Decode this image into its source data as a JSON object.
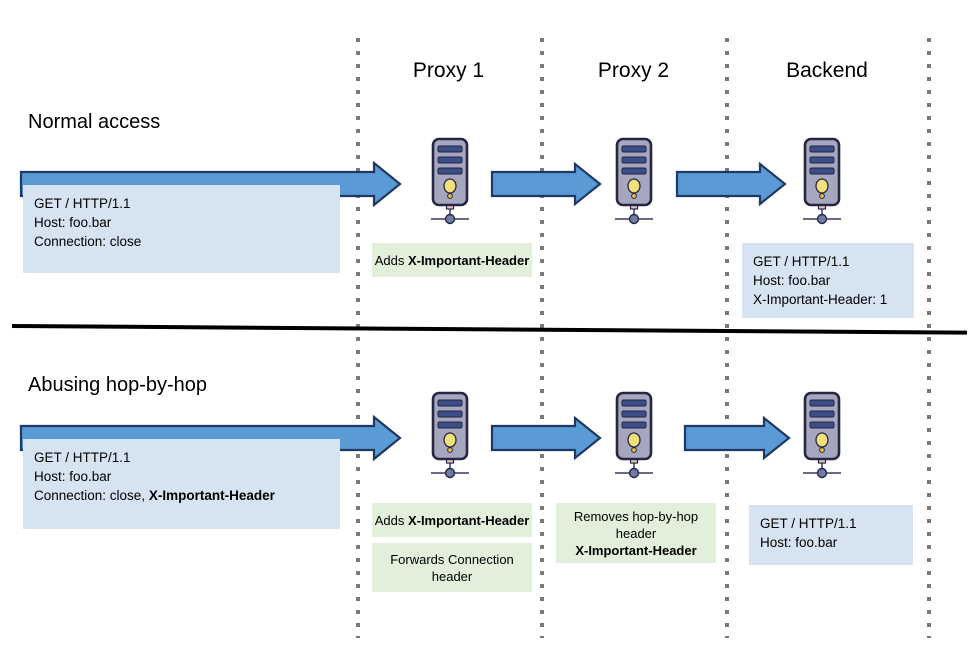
{
  "diagram": {
    "title_top": "Normal access",
    "title_bottom": "Abusing hop-by-hop",
    "lane_headers": [
      {
        "label": "Proxy 1"
      },
      {
        "label": "Proxy 2"
      },
      {
        "label": "Backend"
      }
    ],
    "colors": {
      "arrow_fill": "#5B9BD5",
      "arrow_stroke": "#1F3864",
      "info_box": "#D6E4F2",
      "note_box": "#E2EFDA",
      "lane_dots": "#7A7A7A",
      "divider": "#000000",
      "server_body": "#A6A6BF",
      "server_outline": "#272744",
      "server_bar": "#3B4E87",
      "server_led": "#F2E07A"
    },
    "top_section": {
      "request_box": "GET / HTTP/1.1\nHost: foo.bar\nConnection: close",
      "proxy1_note_prefix": "Adds ",
      "proxy1_note_header": "X-Important-Header",
      "backend_box": "GET / HTTP/1.1\nHost: foo.bar\nX-Important-Header: 1",
      "servers": [
        {
          "name": "proxy-1-server"
        },
        {
          "name": "proxy-2-server"
        },
        {
          "name": "backend-server"
        }
      ]
    },
    "bottom_section": {
      "request_box_line1": "GET / HTTP/1.1",
      "request_box_line2": "Host: foo.bar",
      "request_box_line3_prefix": "Connection: close, ",
      "request_box_line3_header": "X-Important-Header",
      "proxy1_note1_prefix": "Adds ",
      "proxy1_note1_header": "X-Important-Header",
      "proxy1_note2": "Forwards Connection\nheader",
      "proxy2_note_line1": "Removes hop-by-hop",
      "proxy2_note_line2": "header",
      "proxy2_note_line3": "X-Important-Header",
      "backend_box": "GET / HTTP/1.1\nHost: foo.bar",
      "servers": [
        {
          "name": "proxy-1-server"
        },
        {
          "name": "proxy-2-server"
        },
        {
          "name": "backend-server"
        }
      ]
    }
  }
}
